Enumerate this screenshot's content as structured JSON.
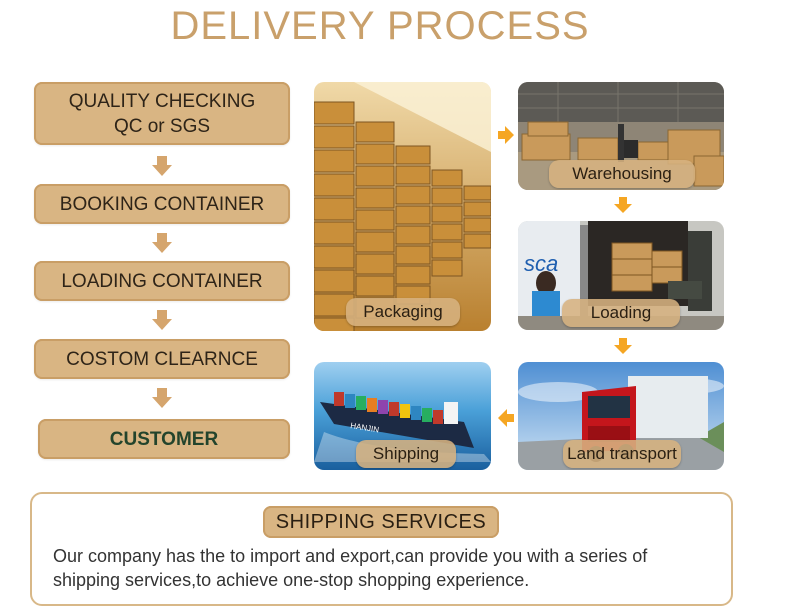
{
  "title": "DELIVERY PROCESS",
  "steps": [
    {
      "line1": "QUALITY CHECKING",
      "line2": "QC or SGS"
    },
    {
      "label": "BOOKING CONTAINER"
    },
    {
      "label": "LOADING CONTAINER"
    },
    {
      "label": "COSTOM CLEARNCE"
    },
    {
      "label": "CUSTOMER"
    }
  ],
  "photos": {
    "packaging": "Packaging",
    "warehousing": "Warehousing",
    "loading": "Loading",
    "land_transport": "Land transport",
    "shipping": "Shipping",
    "truck_side_text": "sca",
    "ship_hull_text": "HANJIN"
  },
  "services": {
    "heading": "SHIPPING SERVICES",
    "line1": "Our company has the to import and export,can provide you with a series of",
    "line2": "shipping services,to achieve one-stop shopping experience."
  },
  "colors": {
    "accent": "#d9b583",
    "title": "#c9a06b",
    "arrow": "#f5a623",
    "customer_text": "#23442c"
  }
}
